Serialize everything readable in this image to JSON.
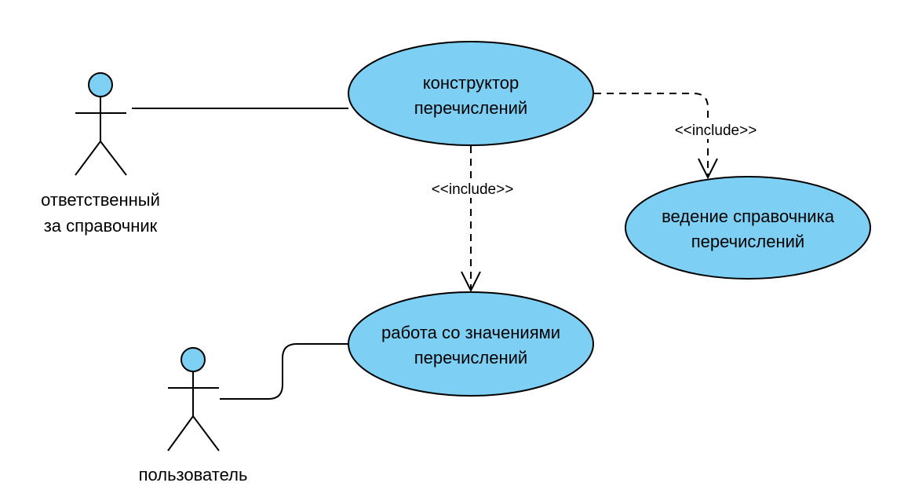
{
  "colors": {
    "fill": "#7dcff3",
    "stroke": "#000000",
    "background": "#ffffff"
  },
  "actors": {
    "responsible": {
      "label_line1": "ответственный",
      "label_line2": "за справочник"
    },
    "user": {
      "label_line1": "пользователь"
    }
  },
  "use_cases": {
    "constructor": {
      "line1": "конструктор",
      "line2": "перечислений"
    },
    "catalog": {
      "line1": "ведение справочника",
      "line2": "перечислений"
    },
    "values": {
      "line1": "работа со значениями",
      "line2": "перечислений"
    }
  },
  "relations": {
    "include_to_values": "<<include>>",
    "include_to_catalog": "<<include>>"
  }
}
